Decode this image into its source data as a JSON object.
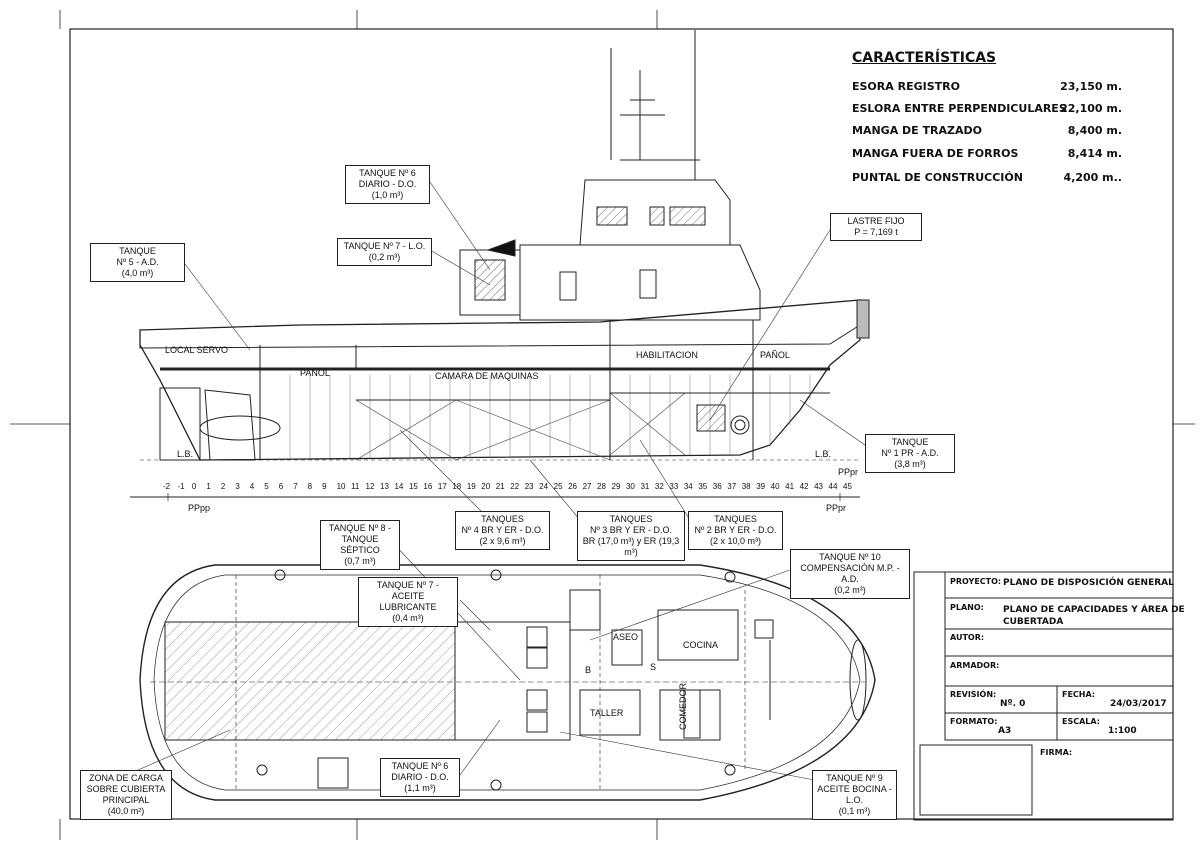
{
  "characteristics": {
    "title": "CARACTERÍSTICAS",
    "rows": [
      {
        "label": "ESORA REGISTRO",
        "value": "23,150 m."
      },
      {
        "label": "ESLORA ENTRE PERPENDICULARES",
        "value": "22,100 m."
      },
      {
        "label": "MANGA DE TRAZADO",
        "value": "8,400 m."
      },
      {
        "label": "MANGA FUERA DE FORROS",
        "value": "8,414 m."
      },
      {
        "label": "PUNTAL DE CONSTRUCCIÓN",
        "value": "4,200 m.."
      }
    ]
  },
  "profile": {
    "rooms": {
      "local_servo": "LOCAL SERVO",
      "panol_aft": "PAÑOL",
      "camara": "CAMARA DE MAQUINAS",
      "habitacion": "HABILITACION",
      "panol_fwd": "PAÑOL",
      "lb_aft": "L.B.",
      "lb_fwd": "L.B.",
      "pppr_top": "PPpr",
      "pppp": "PPpp",
      "pppr_bottom": "PPpr"
    },
    "frames": [
      "-2",
      "-1",
      "0",
      "1",
      "2",
      "3",
      "4",
      "5",
      "6",
      "7",
      "8",
      "9",
      "10",
      "11",
      "12",
      "13",
      "14",
      "15",
      "16",
      "17",
      "18",
      "19",
      "20",
      "21",
      "22",
      "23",
      "24",
      "25",
      "26",
      "27",
      "28",
      "29",
      "30",
      "31",
      "32",
      "33",
      "34",
      "35",
      "36",
      "37",
      "38",
      "39",
      "40",
      "41",
      "42",
      "43",
      "44",
      "45"
    ],
    "labels": {
      "t6": [
        "TANQUE Nº 6",
        "DIARIO - D.O.",
        "(1,0 m³)"
      ],
      "t7": [
        "TANQUE Nº 7 - L.O.",
        "(0,2 m³)"
      ],
      "t5": [
        "TANQUE",
        "Nº 5 - A.D.",
        "(4,0 m³)"
      ],
      "lastre": [
        "LASTRE FIJO",
        "P = 7,169 t"
      ],
      "t1": [
        "TANQUE",
        "Nº 1 PR - A.D.",
        "(3,8 m³)"
      ],
      "t4": [
        "TANQUES",
        "Nº 4 BR Y ER - D.O.",
        "(2 x 9,6 m³)"
      ],
      "t3": [
        "TANQUES",
        "Nº 3 BR Y ER - D.O.",
        "BR (17,0 m³) y ER (19,3 m³)"
      ],
      "t2": [
        "TANQUES",
        "Nº 2 BR Y ER - D.O.",
        "(2 x 10,0 m³)"
      ]
    }
  },
  "plan": {
    "rooms": {
      "aseo": "ASEO",
      "cocina": "COCINA",
      "taller": "TALLER",
      "comedor": "COMEDOR",
      "b": "B",
      "s": "S"
    },
    "labels": {
      "t8": [
        "TANQUE Nº 8 -",
        "TANQUE SÉPTICO",
        "(0,7 m³)"
      ],
      "t10": [
        "TANQUE Nº 10",
        "COMPENSACIÓN M.P. - A.D.",
        "(0,2 m³)"
      ],
      "t7": [
        "TANQUE Nº 7 - ACEITE",
        "LUBRICANTE",
        "(0,4 m³)"
      ],
      "t6": [
        "TANQUE Nº 6",
        "DIARIO - D.O.",
        "(1,1 m³)"
      ],
      "t9": [
        "TANQUE Nº 9",
        "ACEITE BOCINA -",
        "L.O.",
        "(0,1 m³)"
      ],
      "zona": [
        "ZONA DE CARGA",
        "SOBRE CUBIERTA",
        "PRINCIPAL",
        "(40,0 m²)"
      ]
    }
  },
  "title_block": {
    "proyecto_label": "PROYECTO:",
    "proyecto_value": "PLANO DE DISPOSICIÓN GENERAL",
    "plano_label": "PLANO:",
    "plano_value_1": "PLANO DE CAPACIDADES Y ÁREA DE",
    "plano_value_2": "CUBERTADA",
    "autor_label": "AUTOR:",
    "armador_label": "ARMADOR:",
    "revision_label": "REVISIÓN:",
    "revision_value": "Nº. 0",
    "fecha_label": "FECHA:",
    "fecha_value": "24/03/2017",
    "formato_label": "FORMATO:",
    "formato_value": "A3",
    "escala_label": "ESCALA:",
    "escala_value": "1:100",
    "firma_label": "FIRMA:"
  }
}
